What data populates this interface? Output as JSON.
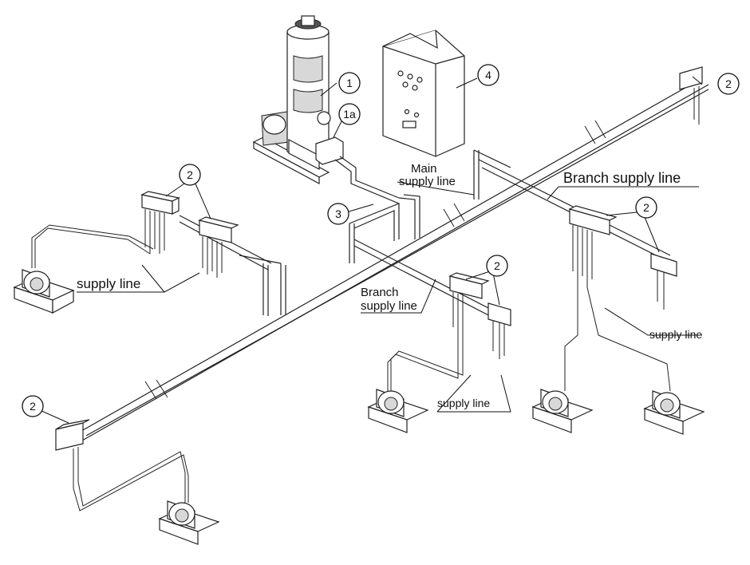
{
  "labels": {
    "main_supply": [
      "Main",
      "supply line"
    ],
    "branch_supply_right": "Branch supply line",
    "branch_supply_center": [
      "Branch",
      "supply line"
    ],
    "supply_line_left": "supply line",
    "supply_line_right": "supply line",
    "supply_line_bottom": "supply line"
  },
  "callouts": {
    "pump": "1",
    "pump_valve": "1a",
    "fitting": "3",
    "control_panel": "4",
    "div_top_left": "2",
    "div_top_right": "2",
    "div_right_upper": "2",
    "div_center": "2",
    "div_bottom_left": "2"
  }
}
